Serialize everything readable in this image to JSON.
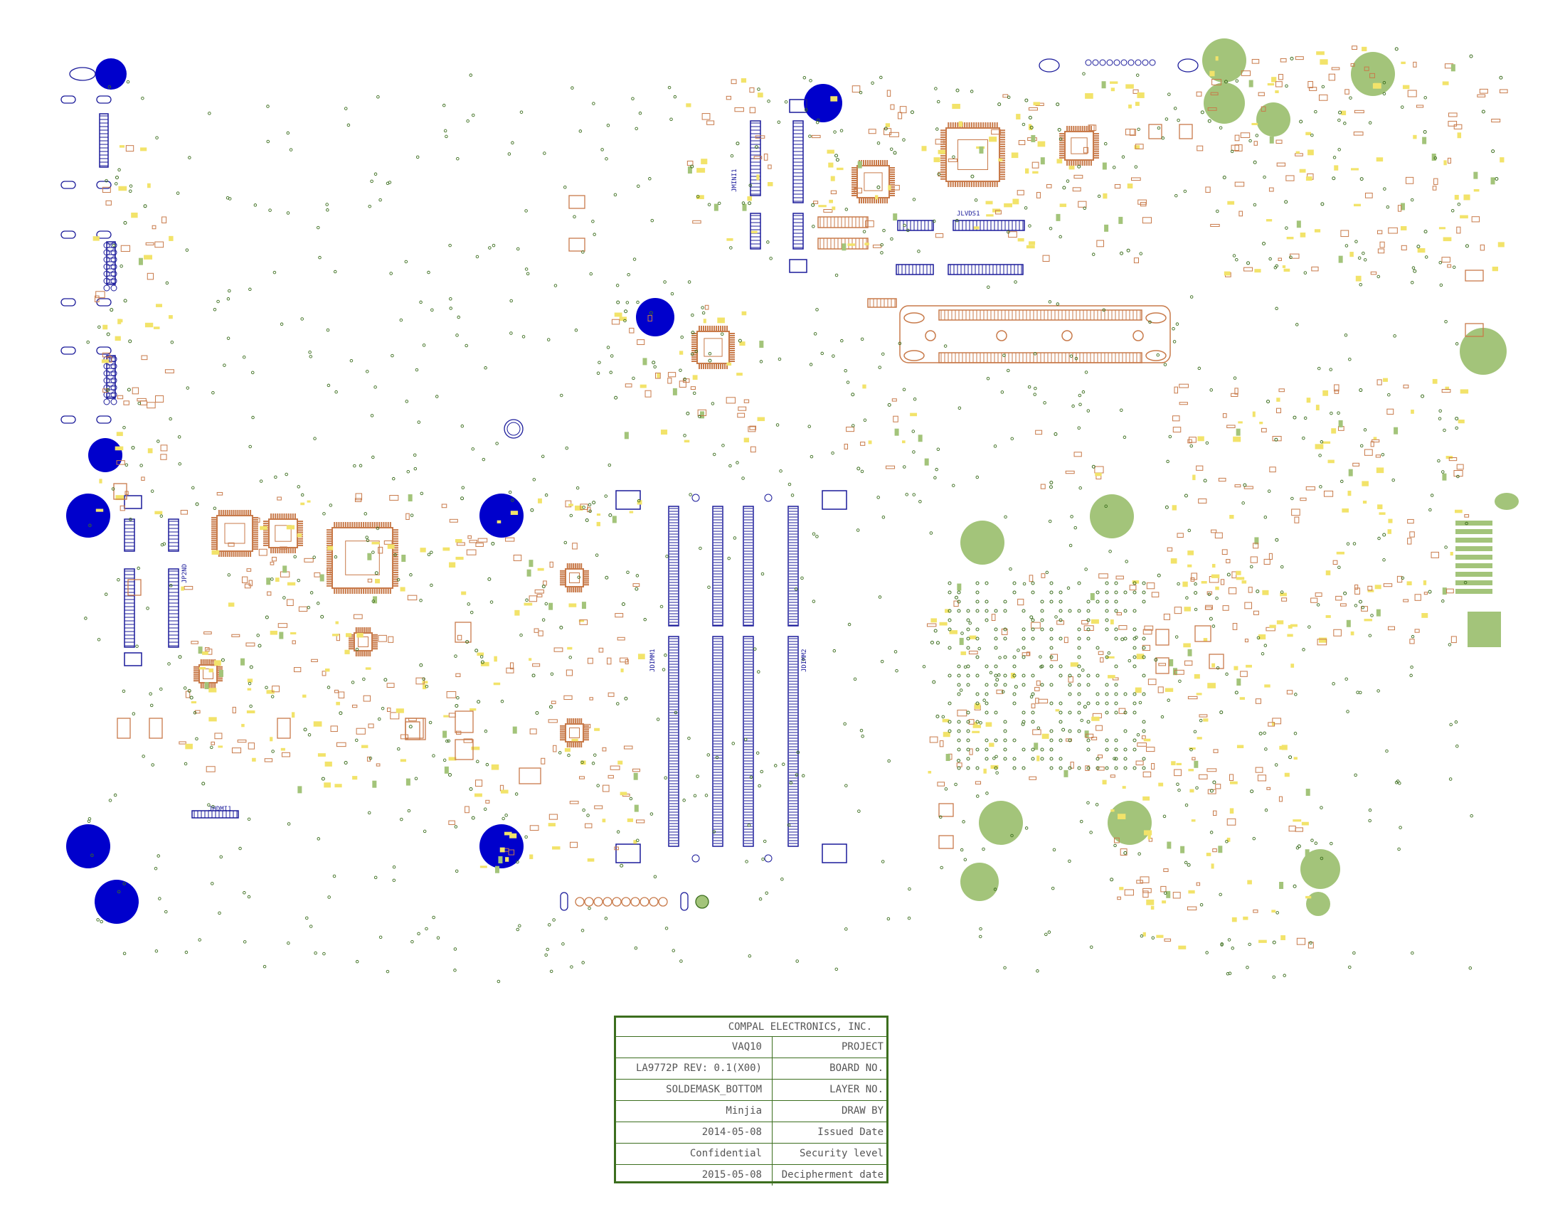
{
  "colors": {
    "background": "#ffffff",
    "copper_outline": "#c87a4a",
    "silkscreen_yellow": "#f2e36a",
    "mounting_hole_blue": "#0000cc",
    "connector_blue": "#1a1a9a",
    "standoff_green": "#a3c47a",
    "via_green": "#3c6e1e",
    "title_block_border": "#3c6e1e"
  },
  "board_labels": {
    "l1": "JDIMM1",
    "l2": "JDIMM2",
    "l3": "JP2ND",
    "l4": "JHDMI1",
    "l5": "JLVDS1",
    "l6": "JMINI1"
  },
  "title_block": {
    "company": "COMPAL ELECTRONICS, INC.",
    "rows": [
      {
        "key": "PROJECT",
        "value": "VAQ10"
      },
      {
        "key": "BOARD NO.",
        "value": "LA9772P  REV: 0.1(X00)"
      },
      {
        "key": "LAYER NO.",
        "value": "SOLDEMASK_BOTTOM"
      },
      {
        "key": "DRAW BY",
        "value": "Minjia"
      },
      {
        "key": "Issued  Date",
        "value": "2014-05-08"
      },
      {
        "key": "Security level",
        "value": "Confidential"
      },
      {
        "key": "Decipherment date",
        "value": "2015-05-08"
      }
    ]
  }
}
